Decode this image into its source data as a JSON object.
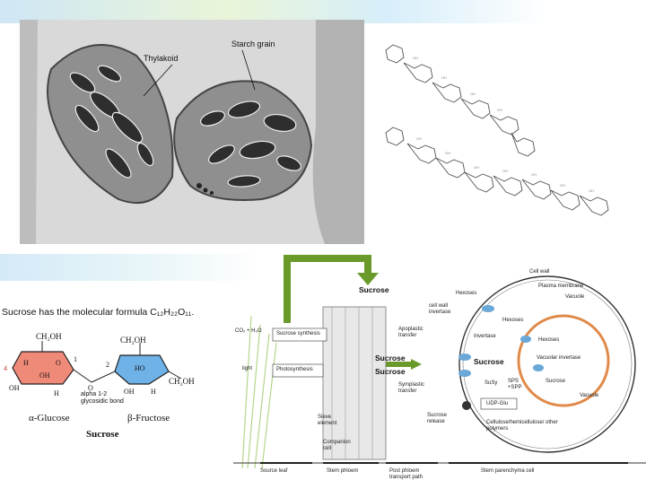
{
  "micrograph": {
    "labels": {
      "thylakoid": "Thylakoid",
      "starch_grain": "Starch grain"
    }
  },
  "caption": {
    "text": "Sucrose has the molecular formula C₁₂H₂₂O₁₁."
  },
  "sucrose_structure": {
    "glucose_name": "α-Glucose",
    "fructose_name": "β-Fructose",
    "title": "Sucrose",
    "bond_label_1": "alpha 1-2",
    "bond_label_2": "glycosidic bond",
    "ch2oh": "CH₂OH",
    "atoms": {
      "h": "H",
      "oh": "OH",
      "ho": "HO",
      "o": "O"
    },
    "numbers": {
      "n1": "1",
      "n2": "2",
      "n4": "4"
    },
    "colors": {
      "glucose": "#f08a78",
      "fructose": "#6fb2e8"
    }
  },
  "transport": {
    "arrow_color": "#6a9a2a",
    "sucrose_top": "Sucrose",
    "sucrose_mid_1": "Sucrose",
    "sucrose_mid_2": "Sucrose",
    "sucrose_cell": "Sucrose",
    "co2": "CO₂ + H₂O",
    "light": "light",
    "sucrose_synthesis": "Sucrose synthesis",
    "photosynthesis": "Photosynthesis",
    "apoplastic": "Apoplastic transfer",
    "symplastic": "Symplastic transfer",
    "sieve_element": "Sieve element",
    "companion_cell": "Companion cell",
    "cell_wall": "Cell wall",
    "plasma_membrane": "Plasma membrane",
    "vacuole_top": "Vacuole",
    "hexoses_1": "Hexoses",
    "cell_wall_invertase": "cell wall invertase",
    "hexoses_2": "Hexoses",
    "invertase": "Invertase",
    "hexoses_vac": "Hexoses",
    "vacuolar_invertase": "Vacuolar invertase",
    "susy": "SuSy",
    "sps_spp": "SPS +SPP",
    "sucrose_vac": "Sucrose",
    "vacuole_bottom": "Vacuole",
    "udp_glu": "UDP-Glu",
    "sucrose_release": "Sucrose release",
    "polymers": "Cellulose/hemicellulose/ other polymers",
    "section_labels": {
      "source_leaf": "Source leaf",
      "stem_phloem": "Stem phloem",
      "post_phloem": "Post phloem transport path",
      "stem_parenchyma": "Stem parenchyma cell"
    }
  }
}
